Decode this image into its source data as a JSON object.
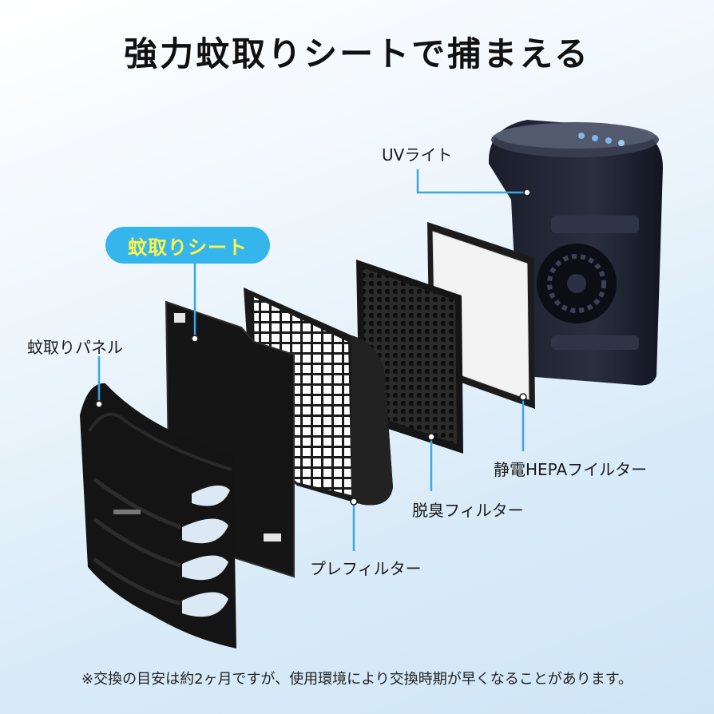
{
  "title": "強力蚊取りシートで捕まえる",
  "labels": {
    "uv_light": "UVライト",
    "mosquito_sheet": "蚊取りシート",
    "mosquito_panel": "蚊取りパネル",
    "hepa_filter": "静電HEPAフイルター",
    "deodorizing_filter": "脱臭フィルター",
    "pre_filter": "プレフィルター"
  },
  "note": "※交換の目安は約2ヶ月ですが、使用環境により交換時期が早くなることがあります。",
  "colors": {
    "accent_blue": "#34b6ec",
    "badge_text": "#fff44a",
    "callout_line": "#3aa6e6"
  }
}
